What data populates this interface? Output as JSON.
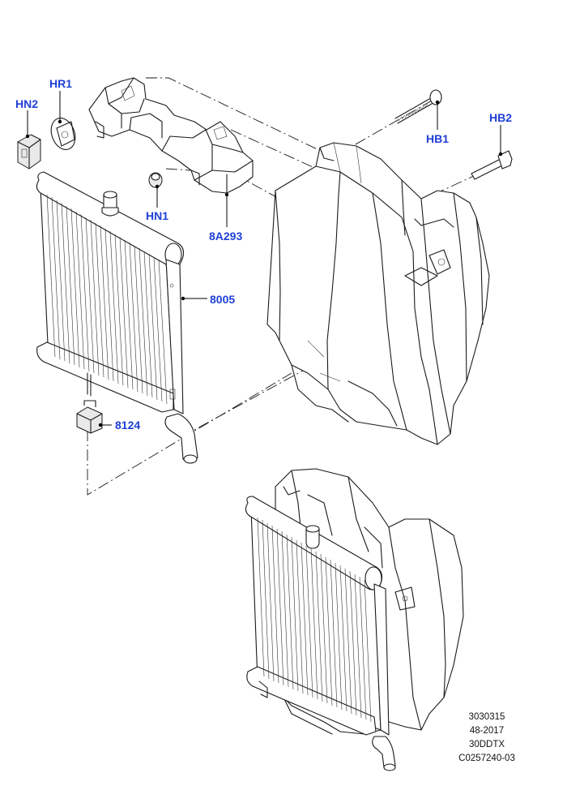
{
  "diagram": {
    "callouts": {
      "hn2": "HN2",
      "hr1": "HR1",
      "hb1": "HB1",
      "hb2": "HB2",
      "hn1": "HN1",
      "p8a293": "8A293",
      "p8005": "8005",
      "p8124": "8124"
    },
    "reference": {
      "line1": "3030315",
      "line2": "48-2017",
      "line3": "30DDTX",
      "line4": "C0257240-03"
    },
    "colors": {
      "callout": "#1f3fd6",
      "line": "#1a1a1a"
    }
  }
}
